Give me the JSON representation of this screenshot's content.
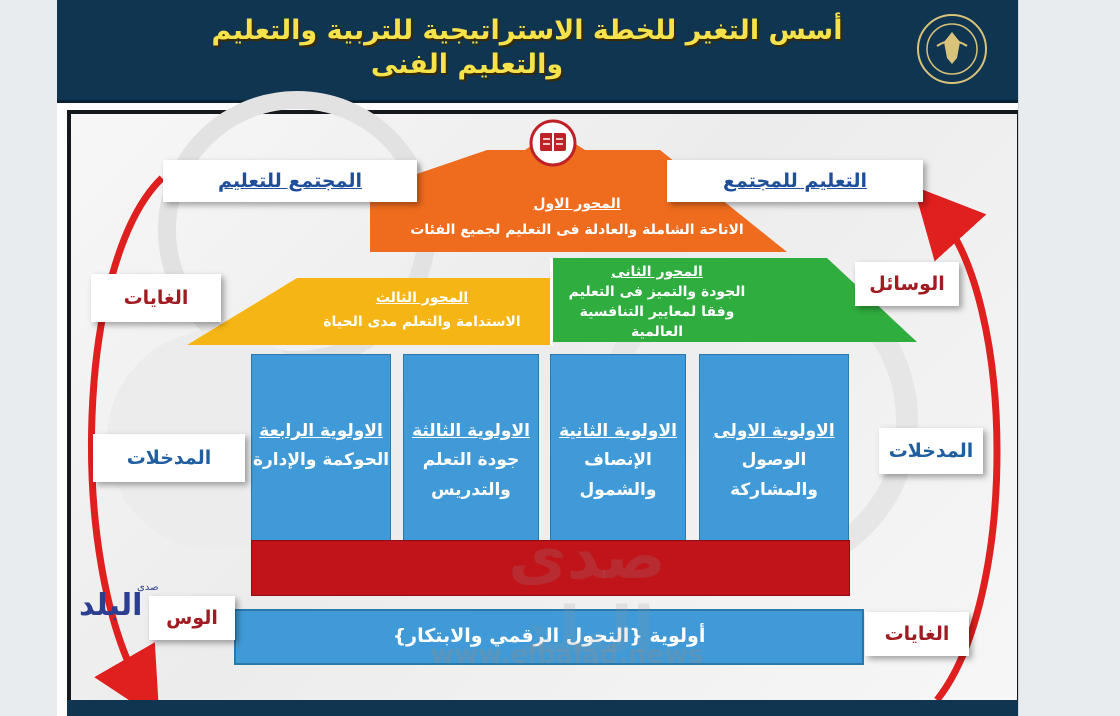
{
  "header": {
    "title_line1": "أسس التغير للخطة الاستراتيجية للتربية والتعليم",
    "title_line2": "والتعليم الفنى"
  },
  "labels": {
    "community_for_education": "المجتمع للتعليم",
    "education_for_community": "التعليم للمجتمع",
    "goals_left": "الغايات",
    "means_right": "الوسائل",
    "inputs_left": "المدخلات",
    "inputs_right": "المدخلات",
    "means_left_partial": "الوس",
    "goals_bottom_right": "الغايات"
  },
  "pillars": {
    "first": {
      "title": "المحور الاول",
      "text": "الاتاحة  الشاملة والعادلة فى التعليم لجميع الفئات"
    },
    "second": {
      "title": "المحور الثانى",
      "text_line1": "الجودة والتميز فى التعليم",
      "text_line2": "وفقا لمعايير  التنافسية العالمية"
    },
    "third": {
      "title": "المحور الثالث",
      "text": "الاستدامة والتعلم مدى الحياة"
    }
  },
  "priorities": [
    {
      "title": "الاولوية الاولى",
      "line1": "الوصول",
      "line2": "والمشاركة"
    },
    {
      "title": "الاولوية الثانية",
      "line1": "الإنصاف",
      "line2": "والشمول"
    },
    {
      "title": "الاولوية الثالثة",
      "line1": "جودة التعلم",
      "line2": "والتدريس"
    },
    {
      "title": "الاولوية الرابعة",
      "line1": "الحوكمة والإدارة",
      "line2": ""
    }
  ],
  "digital_priority": "أولوية {التحول الرقمي والابتكار}",
  "watermarks": {
    "brand_ar": "صدى البلد",
    "site_url": "www.elbalad.news",
    "logo_text": "البلد",
    "logo_small": "صدى"
  },
  "colors": {
    "header_bg": "#0f3550",
    "title_yellow": "#f6e24a",
    "pillar_orange": "#ef6c1e",
    "pillar_green": "#2fad3f",
    "pillar_yellow": "#f5b615",
    "column_blue": "#3f9ad7",
    "base_red": "#c0141a",
    "arrow_red": "#e01f1f"
  },
  "icons": {
    "book": "book-icon",
    "logo": "ministry-seal-icon"
  }
}
